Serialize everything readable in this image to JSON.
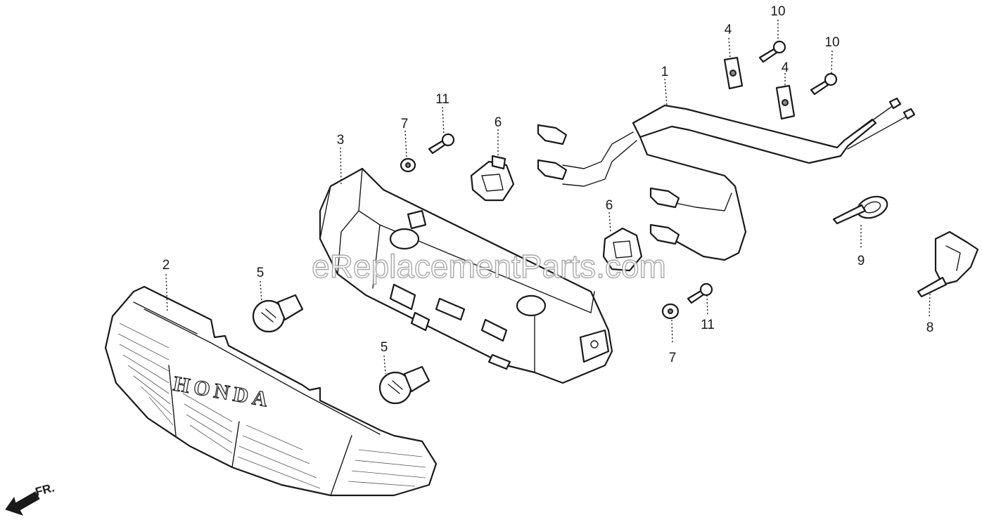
{
  "watermark": "eReplacementParts.com",
  "lens_brand": "HONDA",
  "direction_label": "FR.",
  "callouts": [
    {
      "id": "part-1",
      "label": "1"
    },
    {
      "id": "part-2",
      "label": "2"
    },
    {
      "id": "part-3",
      "label": "3"
    },
    {
      "id": "part-4a",
      "label": "4"
    },
    {
      "id": "part-4b",
      "label": "4"
    },
    {
      "id": "part-5a",
      "label": "5"
    },
    {
      "id": "part-5b",
      "label": "5"
    },
    {
      "id": "part-6a",
      "label": "6"
    },
    {
      "id": "part-6b",
      "label": "6"
    },
    {
      "id": "part-7a",
      "label": "7"
    },
    {
      "id": "part-7b",
      "label": "7"
    },
    {
      "id": "part-8",
      "label": "8"
    },
    {
      "id": "part-9",
      "label": "9"
    },
    {
      "id": "part-10a",
      "label": "10"
    },
    {
      "id": "part-10b",
      "label": "10"
    },
    {
      "id": "part-11a",
      "label": "11"
    },
    {
      "id": "part-11b",
      "label": "11"
    }
  ]
}
